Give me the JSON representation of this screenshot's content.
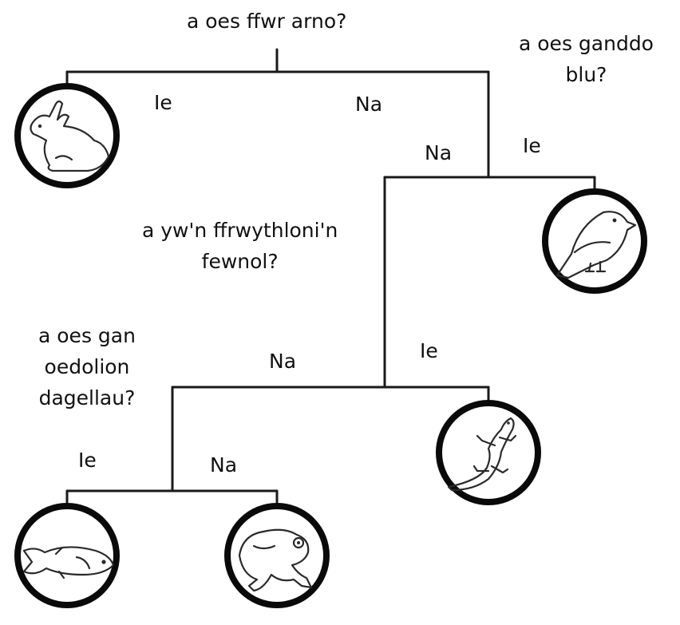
{
  "questions": {
    "q1": "a oes ffwr arno?",
    "q2_line1": "a oes ganddo",
    "q2_line2": "blu?",
    "q3_line1": "a yw'n ffrwythloni'n",
    "q3_line2": "fewnol?",
    "q4_line1": "a oes gan",
    "q4_line2": "oedolion",
    "q4_line3": "dagellau?"
  },
  "branches": {
    "q1_yes": "Ie",
    "q1_no": "Na",
    "q2_no": "Na",
    "q2_yes": "Ie",
    "q3_no": "Na",
    "q3_yes": "Ie",
    "q4_yes": "Ie",
    "q4_no": "Na"
  },
  "leaves": [
    "rabbit-icon",
    "bird-icon",
    "lizard-icon",
    "fish-icon",
    "frog-icon"
  ]
}
